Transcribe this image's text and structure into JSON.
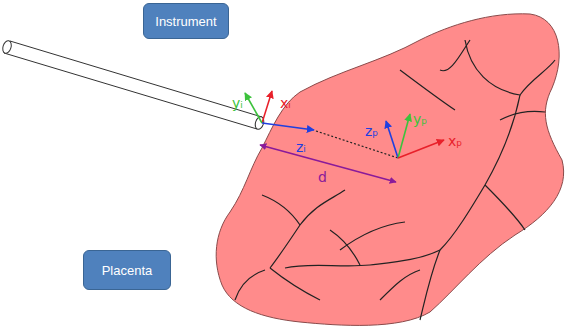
{
  "diagram": {
    "nodes": [
      {
        "text": [
          "Instrument"
        ]
      },
      {
        "text": [
          "Placenta"
        ]
      }
    ],
    "labels": [
      "xᵢ",
      "yᵢ",
      "zᵢ",
      "d",
      "zₚ",
      "yₚ",
      "xₚ"
    ]
  }
}
